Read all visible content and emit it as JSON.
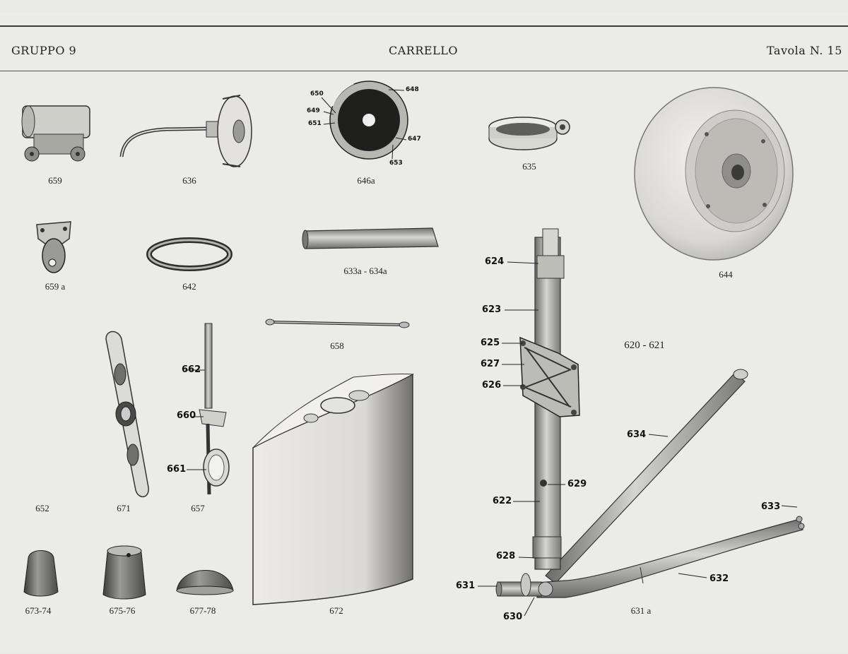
{
  "header": {
    "group": "GRUPPO 9",
    "title": "CARRELLO",
    "plate": "Tavola N. 15"
  },
  "parts": {
    "p659": "659",
    "p636": "636",
    "p646a": "646a",
    "p635": "635",
    "p644": "644",
    "p659a": "659 a",
    "p642": "642",
    "p633a634a": "633a - 634a",
    "p658": "658",
    "p620_621": "620 - 621",
    "p652": "652",
    "p671": "671",
    "p657": "657",
    "p672": "672",
    "p673_74": "673-74",
    "p675_76": "675-76",
    "p677_78": "677-78",
    "p631a": "631 a"
  },
  "callouts": {
    "c650": "650",
    "c649": "649",
    "c651": "651",
    "c648": "648",
    "c647": "647",
    "c653": "653",
    "c624": "624",
    "c623": "623",
    "c625": "625",
    "c627": "627",
    "c626": "626",
    "c634": "634",
    "c629": "629",
    "c622": "622",
    "c633": "633",
    "c628": "628",
    "c632": "632",
    "c631": "631",
    "c630": "630",
    "c662": "662",
    "c660": "660",
    "c661": "661"
  }
}
